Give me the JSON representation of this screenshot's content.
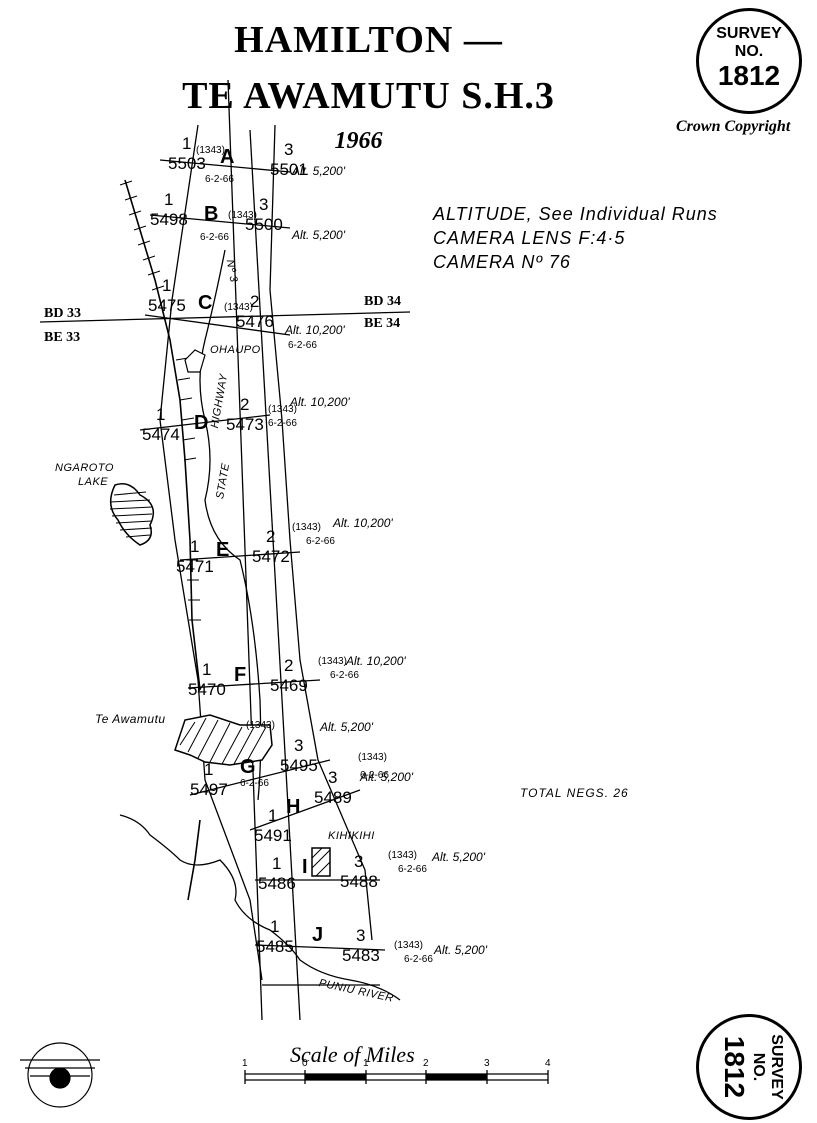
{
  "header": {
    "title_line1": "HAMILTON —",
    "title_line2": "TE AWAMUTU S.H.3",
    "year": "1966",
    "copyright": "Crown Copyright"
  },
  "seal": {
    "line1": "SURVEY",
    "line2": "NO.",
    "number": "1812"
  },
  "info": {
    "altitude": "ALTITUDE, See Individual Runs",
    "lens": "CAMERA LENS F:4·5",
    "camera": "CAMERA Nº 76",
    "total_negs": "TOTAL NEGS.   26"
  },
  "grid": {
    "bd33": "BD 33",
    "be33": "BE 33",
    "bd34": "BD 34",
    "be34": "BE 34"
  },
  "places": {
    "ohaupo": "OHAUPO",
    "highway": "HIGHWAY",
    "no3": "Nº 3",
    "state": "STATE",
    "ngaroto1": "NGAROTO",
    "ngaroto2": "LAKE",
    "te_awamutu": "Te Awamutu",
    "kihikihi": "KIHIKIHI",
    "puniu": "PUNIU RIVER"
  },
  "runs": [
    {
      "letter": "A",
      "left_top": "1",
      "left_bottom": "5503",
      "film": "(1343)",
      "date": "6-2-66",
      "right_top": "3",
      "right_bottom": "5501",
      "alt": "Alt. 5,200'"
    },
    {
      "letter": "B",
      "left_top": "1",
      "left_bottom": "5498",
      "film": "(1343)",
      "date": "6-2-66",
      "right_top": "3",
      "right_bottom": "5500",
      "alt": "Alt. 5,200'"
    },
    {
      "letter": "C",
      "left_top": "1",
      "left_bottom": "5475",
      "film": "(1343)",
      "date": "6-2-66",
      "right_top": "2",
      "right_bottom": "5476",
      "alt": "Alt. 10,200'"
    },
    {
      "letter": "D",
      "left_top": "1",
      "left_bottom": "5474",
      "film": "(1343)",
      "date": "6-2-66",
      "right_top": "2",
      "right_bottom": "5473",
      "alt": "Alt. 10,200'"
    },
    {
      "letter": "E",
      "left_top": "1",
      "left_bottom": "5471",
      "film": "(1343)",
      "date": "6-2-66",
      "right_top": "2",
      "right_bottom": "5472",
      "alt": "Alt. 10,200'"
    },
    {
      "letter": "F",
      "left_top": "1",
      "left_bottom": "5470",
      "film": "(1343)",
      "date": "6-2-66",
      "right_top": "2",
      "right_bottom": "5469",
      "alt": "Alt. 10,200'"
    },
    {
      "letter": "G",
      "left_top": "1",
      "left_bottom": "5497",
      "film": "(1343)",
      "date": "6-2-66",
      "right_top": "3",
      "right_bottom": "5495",
      "alt": "Alt. 5,200'"
    },
    {
      "letter": "H",
      "left_top": "1",
      "left_bottom": "5491",
      "film": "(1343)",
      "date": "6-2-66",
      "right_top": "3",
      "right_bottom": "5489",
      "alt": "Alt. 5,200'"
    },
    {
      "letter": "I",
      "left_top": "1",
      "left_bottom": "5486",
      "film": "(1343)",
      "date": "6-2-66",
      "right_top": "3",
      "right_bottom": "5488",
      "alt": "Alt. 5,200'"
    },
    {
      "letter": "J",
      "left_top": "1",
      "left_bottom": "5485",
      "film": "(1343)",
      "date": "6-2-66",
      "right_top": "3",
      "right_bottom": "5483",
      "alt": "Alt. 5,200'"
    }
  ],
  "scale": {
    "title": "Scale of Miles",
    "ticks": [
      "1",
      "0",
      "1",
      "2",
      "3",
      "4"
    ]
  }
}
